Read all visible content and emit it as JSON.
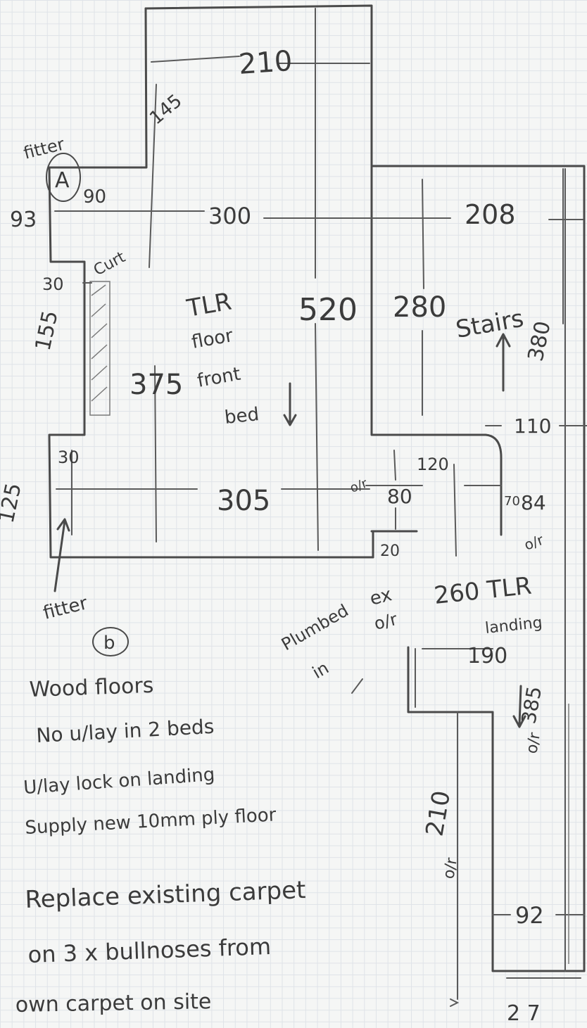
{
  "labels": {
    "fitter_a": "fitter",
    "fitter_a_badge": "A",
    "fitter_b": "fitter",
    "fitter_b_badge": "b",
    "curtain": "Curt",
    "bedroom_note_1": "TLR",
    "bedroom_note_2": "floor",
    "bedroom_note_3": "front",
    "bedroom_note_4": "bed",
    "stairs": "Stairs",
    "landing_1": "260 TLR",
    "landing_2": "landing",
    "plumbing_1": "Plumbed",
    "plumbing_2": "in",
    "ex_1": "ex",
    "ex_2": "o/r",
    "or_a": "o/r",
    "or_b": "o/r",
    "or_c": "o/r",
    "or_d": "o/r"
  },
  "dimensions": {
    "d210_top": "210",
    "d145": "145",
    "d90": "90",
    "d93": "93",
    "d300": "300",
    "d208": "208",
    "d30_top": "30",
    "d155": "155",
    "d375": "375",
    "d520": "520",
    "d280": "280",
    "d380": "380",
    "d110": "110",
    "d30_bottom": "30",
    "d125": "125",
    "d305": "305",
    "d120": "120",
    "d80": "80",
    "d70": "70",
    "d84": "84",
    "d20": "20",
    "d190": "190",
    "d385": "385",
    "d210_bottom": "210",
    "d92": "92",
    "d27": "2 7"
  },
  "notes": [
    "Wood floors",
    "No u/lay in 2 beds",
    "U/lay lock on landing",
    "Supply new 10mm ply floor",
    "Replace existing carpet",
    "on 3 x bullnoses from",
    "own carpet on site"
  ],
  "colors": {
    "pencil": "#3b3b3b",
    "grid": "#dfe3e8",
    "paper": "#f5f6f5"
  }
}
